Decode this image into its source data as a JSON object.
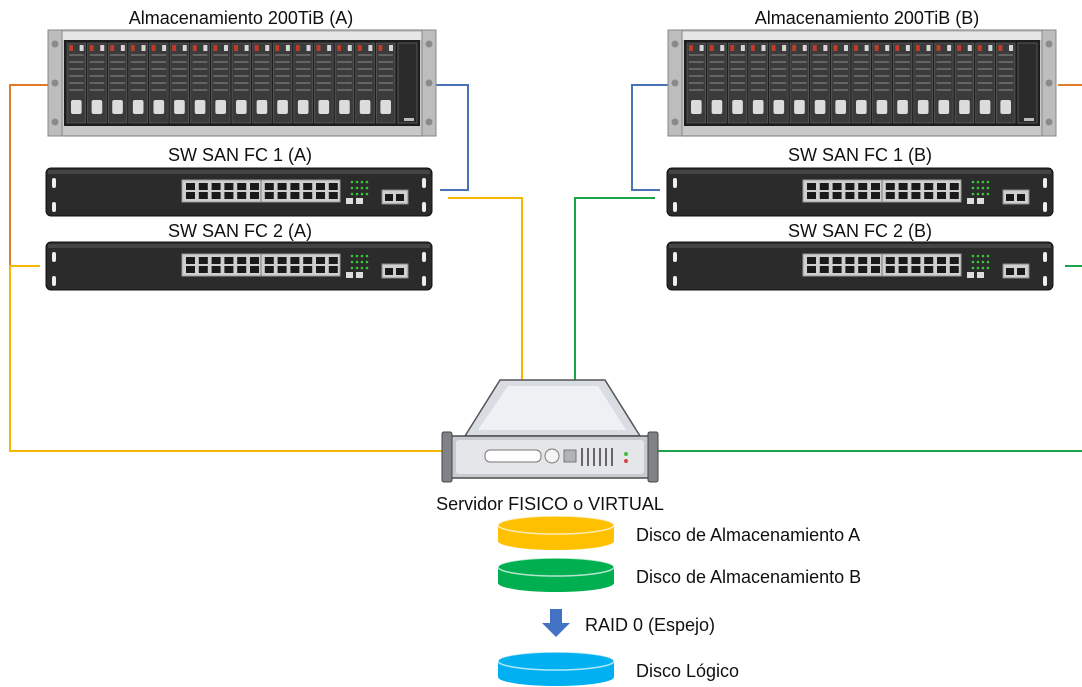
{
  "storage": {
    "a": {
      "label": "Almacenamiento 200TiB (A)",
      "bays": 16
    },
    "b": {
      "label": "Almacenamiento 200TiB (B)",
      "bays": 16
    }
  },
  "switches": {
    "a1": {
      "label": "SW SAN FC 1 (A)"
    },
    "a2": {
      "label": "SW SAN FC 2 (A)"
    },
    "b1": {
      "label": "SW SAN FC 1 (B)"
    },
    "b2": {
      "label": "SW SAN FC 2 (B)"
    }
  },
  "server": {
    "label": "Servidor FISICO o VIRTUAL"
  },
  "legend": {
    "disk_a": "Disco de Almacenamiento A",
    "disk_b": "Disco de Almacenamiento B",
    "raid": "RAID 0 (Espejo)",
    "logical": "Disco Lógico"
  },
  "colors": {
    "orange": "#e07b2a",
    "blue": "#4a73b5",
    "yellow": "#f5b800",
    "green": "#1aa34a",
    "disk_a": "#ffc000",
    "disk_b": "#00b050",
    "logical": "#00b0f0",
    "arrow": "#4472c4"
  }
}
